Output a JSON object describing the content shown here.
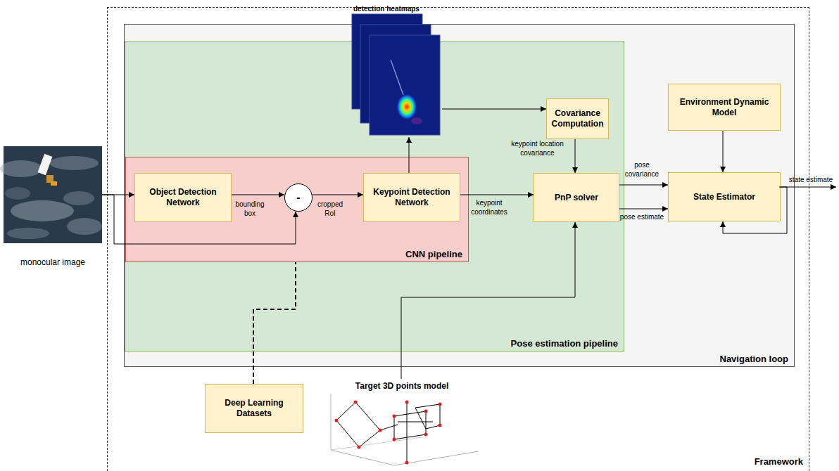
{
  "diagram": {
    "nodes": [
      {
        "text": [
          "monocular image"
        ]
      },
      {
        "text": [
          "Framework"
        ]
      },
      {
        "text": [
          "Navigation loop"
        ],
        "in": 1
      },
      {
        "text": [
          "Pose estimation pipeline"
        ],
        "in": 2
      },
      {
        "text": [
          "detection heatmaps"
        ],
        "in": 3
      },
      {
        "text": [
          "CNN pipeline"
        ],
        "in": 3
      },
      {
        "text": [
          "Object Detection Network"
        ],
        "in": 5
      },
      {
        "text": [
          "-"
        ],
        "in": 5
      },
      {
        "text": [
          "Keypoint Detection Network"
        ],
        "in": 5
      },
      {
        "text": [
          "Covariance Computation"
        ],
        "in": 3
      },
      {
        "text": [
          "PnP solver"
        ],
        "in": 3
      },
      {
        "text": [
          "Environment Dynamic Model"
        ],
        "in": 2
      },
      {
        "text": [
          "State Estimator"
        ],
        "in": 2
      },
      {
        "text": [
          "Deep Learning Datasets"
        ],
        "in": 1
      },
      {
        "text": [
          "Target 3D points model"
        ],
        "in": 1
      }
    ],
    "edges": [
      {
        "from": 0,
        "to": 6,
        "arrow": "to"
      },
      {
        "from": 0,
        "to": 7,
        "arrow": "to"
      },
      {
        "from": 6,
        "to": 7,
        "label": "bounding box",
        "arrow": "to"
      },
      {
        "from": 7,
        "to": 8,
        "label": "cropped RoI",
        "arrow": "to"
      },
      {
        "from": 8,
        "to": 4,
        "arrow": "to"
      },
      {
        "from": 4,
        "to": 9,
        "arrow": "to"
      },
      {
        "from": 8,
        "to": 10,
        "label": "keypoint coordinates",
        "arrow": "to"
      },
      {
        "from": 9,
        "to": 10,
        "label": "keypoint location covariance",
        "arrow": "to"
      },
      {
        "from": 14,
        "to": 10,
        "arrow": "to"
      },
      {
        "from": 10,
        "to": 12,
        "label": "pose covariance",
        "arrow": "to"
      },
      {
        "from": 10,
        "to": 12,
        "label": "pose estimate",
        "arrow": "to"
      },
      {
        "from": 11,
        "to": 12,
        "arrow": "to"
      },
      {
        "from": 12,
        "to": 12,
        "arrow": "to"
      },
      {
        "from": 13,
        "to": 5,
        "arrow": "none"
      }
    ],
    "labels": [
      "state estimate"
    ]
  }
}
